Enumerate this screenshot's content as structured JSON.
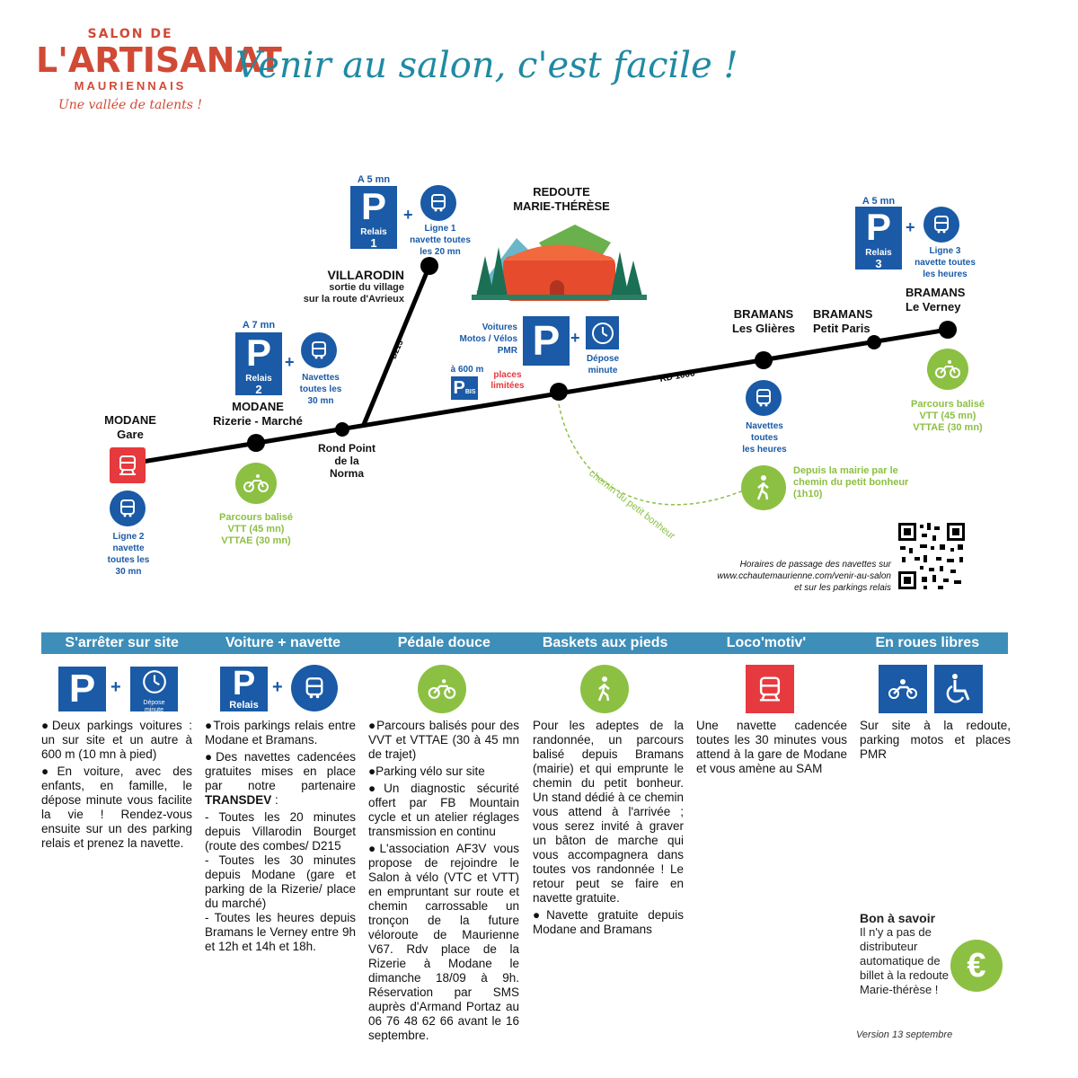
{
  "logo": {
    "salon_de": "SALON DE",
    "artisanat": "L'ARTISANAT",
    "mauriennais": "MAURIENNAIS",
    "tagline": "Une vallée de talents !"
  },
  "headline": "Venir au salon, c'est facile !",
  "map": {
    "modane_gare": [
      "MODANE",
      "Gare"
    ],
    "modane_gare_bus": [
      "Ligne 2",
      "navette",
      "toutes les",
      "30 mn"
    ],
    "modane_rizerie": [
      "MODANE",
      "Rizerie - Marché"
    ],
    "relais2": {
      "dist": "A 7 mn",
      "p": "P",
      "relais": "Relais",
      "num": "2",
      "bus_text": [
        "Navettes",
        "toutes les",
        "30 mn"
      ]
    },
    "rizerie_bike": [
      "Parcours balisé",
      "VTT (45 mn)",
      "VTTAE (30 mn)"
    ],
    "rond_point": [
      "Rond Point",
      "de la",
      "Norma"
    ],
    "villarodin": "VILLARODIN",
    "villarodin_sub": [
      "sortie du village",
      "sur la route d'Avrieux"
    ],
    "road_d215": "D215",
    "relais1": {
      "dist": "A 5 mn",
      "p": "P",
      "relais": "Relais",
      "num": "1",
      "bus_text": [
        "Ligne 1",
        "navette toutes",
        "les 20 mn"
      ]
    },
    "redoute": [
      "REDOUTE",
      "MARIE-THÉRÈSE"
    ],
    "redoute_parking": [
      "Voitures",
      "Motos / Vélos",
      "PMR"
    ],
    "depose": [
      "Dépose",
      "minute"
    ],
    "a600": "à 600 m",
    "pbis": "BIS",
    "places": [
      "places",
      "limitées"
    ],
    "road_rd1006": "RD 1006",
    "chemin": "chemin du petit bonheur",
    "bramans_glieres": [
      "BRAMANS",
      "Les Glières"
    ],
    "bramans_glieres_bus": [
      "Navettes",
      "toutes",
      "les heures"
    ],
    "bramans_petit_paris": [
      "BRAMANS",
      "Petit Paris"
    ],
    "bramans_verney": [
      "BRAMANS",
      "Le Verney"
    ],
    "relais3": {
      "dist": "A 5 mn",
      "p": "P",
      "relais": "Relais",
      "num": "3",
      "bus_text": [
        "Ligne 3",
        "navette toutes",
        "les heures"
      ]
    },
    "verney_bike": [
      "Parcours balisé",
      "VTT (45 mn)",
      "VTTAE (30 mn)"
    ],
    "walk": [
      "Depuis la mairie par le",
      "chemin du petit bonheur",
      "(1h10)"
    ],
    "qr_note": [
      "Horaires de passage des navettes sur",
      "www.cchautemaurienne.com/venir-au-salon",
      "et sur les parkings relais"
    ]
  },
  "sections": [
    "S'arrêter sur site",
    "Voiture + navette",
    "Pédale douce",
    "Baskets aux pieds",
    "Loco'motiv'",
    "En roues libres"
  ],
  "icons_row": {
    "depose": [
      "Dépose",
      "minute"
    ],
    "relais": "Relais"
  },
  "columns": {
    "c1": [
      "●Deux parkings voitures : un sur site et un autre à 600 m (10 mn à pied)",
      "●En voiture, avec des enfants, en famille, le dépose minute vous facilite la vie ! Rendez-vous ensuite sur un des parking relais et prenez la navette."
    ],
    "c2_a": "●Trois parkings relais entre Modane et Bramans.",
    "c2_b1": "●Des navettes cadencées gratuites mises en place par notre partenaire ",
    "c2_b2": "TRANSDEV",
    "c2_b3": " :",
    "c2_c": [
      "- Toutes les 20 minutes depuis Villarodin Bourget (route des combes/ D215",
      "- Toutes les 30 minutes depuis Modane (gare et parking de la Rizerie/ place du marché)",
      "- Toutes les heures depuis Bramans le Verney entre 9h et 12h et 14h et 18h."
    ],
    "c3": [
      "●Parcours balisés pour des VVT et VTTAE (30 à 45 mn de trajet)",
      "●Parking vélo sur site",
      "●Un diagnostic sécurité offert par FB Mountain cycle et un atelier réglages transmission en continu",
      "●L'association AF3V vous propose de rejoindre le Salon à vélo (VTC et VTT) en empruntant sur route et chemin carrossable un tronçon de la future véloroute de Maurienne V67. Rdv place de la Rizerie à Modane le dimanche 18/09 à 9h. Réservation par SMS auprès d'Armand Portaz au 06 76 48 62 66 avant le 16 septembre."
    ],
    "c4": [
      "Pour les adeptes de la randonnée, un parcours balisé depuis Bramans (mairie) et qui emprunte le chemin du petit bonheur. Un stand dédié à ce chemin vous attend à l'arrivée ; vous serez invité à graver un bâton de marche qui vous accompagnera dans toutes vos randonnée ! Le retour peut se faire en navette gratuite.",
      "●Navette gratuite depuis Modane and Bramans"
    ],
    "c5": [
      "Une navette cadencée toutes les 30 minutes vous attend à la gare de Modane et vous amène au SAM"
    ],
    "c6": [
      "Sur site à la redoute, parking motos et places PMR"
    ]
  },
  "bon_a_savoir": {
    "title": "Bon à savoir",
    "text": "Il n'y a pas de distributeur automatique de billet à la redoute Marie-thérèse !"
  },
  "version": "Version 13 septembre",
  "colors": {
    "blue": "#1a5aa6",
    "green": "#8cc043",
    "red": "#e63a3f",
    "teal": "#1f8aa3",
    "bar": "#3d8eb9"
  }
}
